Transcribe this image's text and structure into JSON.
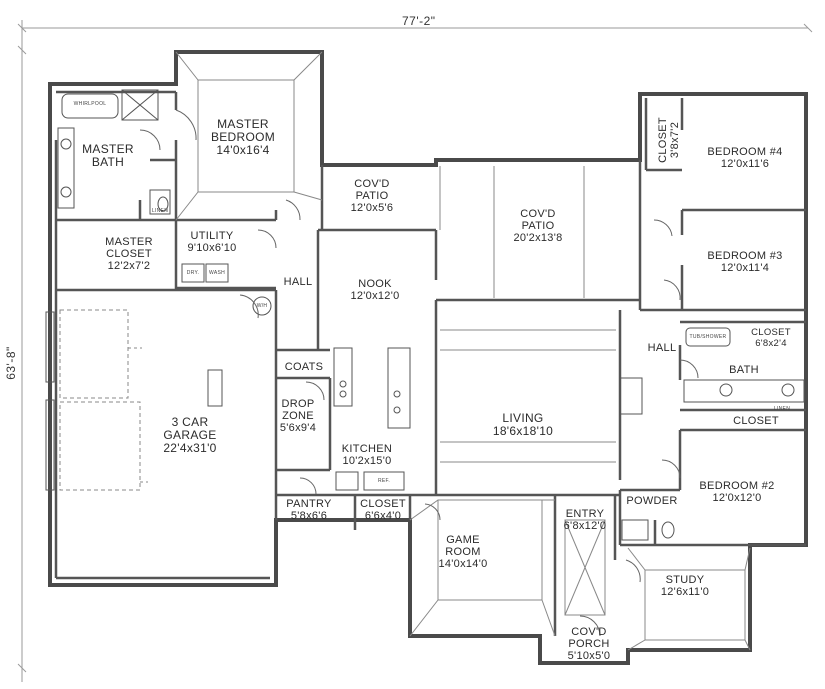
{
  "dimensions": {
    "width": "77'-2\"",
    "depth": "63'-8\""
  },
  "rooms": {
    "master_bedroom": {
      "name": "MASTER\nBEDROOM",
      "size": "14'0x16'4"
    },
    "master_bath": {
      "name": "MASTER\nBATH"
    },
    "master_closet": {
      "name": "MASTER\nCLOSET",
      "size": "12'2x7'2"
    },
    "utility": {
      "name": "UTILITY",
      "size": "9'10x6'10"
    },
    "covd_patio_small": {
      "name": "COV'D\nPATIO",
      "size": "12'0x5'6"
    },
    "covd_patio_large": {
      "name": "COV'D\nPATIO",
      "size": "20'2x13'8"
    },
    "closet_bed4": {
      "name": "CLOSET",
      "size": "3'8x7'2"
    },
    "bedroom4": {
      "name": "BEDROOM #4",
      "size": "12'0x11'6"
    },
    "bedroom3": {
      "name": "BEDROOM #3",
      "size": "12'0x11'4"
    },
    "hall_left": {
      "name": "HALL"
    },
    "hall_right": {
      "name": "HALL"
    },
    "nook": {
      "name": "NOOK",
      "size": "12'0x12'0"
    },
    "closet_bath": {
      "name": "CLOSET",
      "size": "6'8x2'4"
    },
    "bath": {
      "name": "BATH"
    },
    "closet_bed2": {
      "name": "CLOSET"
    },
    "coats": {
      "name": "COATS"
    },
    "drop_zone": {
      "name": "DROP\nZONE",
      "size": "5'6x9'4"
    },
    "garage": {
      "name": "3 CAR\nGARAGE",
      "size": "22'4x31'0"
    },
    "living": {
      "name": "LIVING",
      "size": "18'6x18'10"
    },
    "kitchen": {
      "name": "KITCHEN",
      "size": "10'2x15'0"
    },
    "bedroom2": {
      "name": "BEDROOM #2",
      "size": "12'0x12'0"
    },
    "pantry": {
      "name": "PANTRY",
      "size": "5'8x6'6"
    },
    "closet_kitchen": {
      "name": "CLOSET",
      "size": "6'6x4'0"
    },
    "game_room": {
      "name": "GAME\nROOM",
      "size": "14'0x14'0"
    },
    "entry": {
      "name": "ENTRY",
      "size": "6'8x12'0"
    },
    "powder": {
      "name": "POWDER"
    },
    "study": {
      "name": "STUDY",
      "size": "12'6x11'0"
    },
    "covd_porch": {
      "name": "COV'D\nPORCH",
      "size": "5'10x5'0"
    }
  },
  "fixtures": {
    "whirlpool": "WHIRLPOOL",
    "linen_master": "LINEN",
    "linen_bath": "LINEN",
    "dryer": "DRY.",
    "washer": "WASH",
    "water_heater": "W/H",
    "refrigerator": "REF.",
    "tub_shower": "TUB/SHOWER"
  }
}
